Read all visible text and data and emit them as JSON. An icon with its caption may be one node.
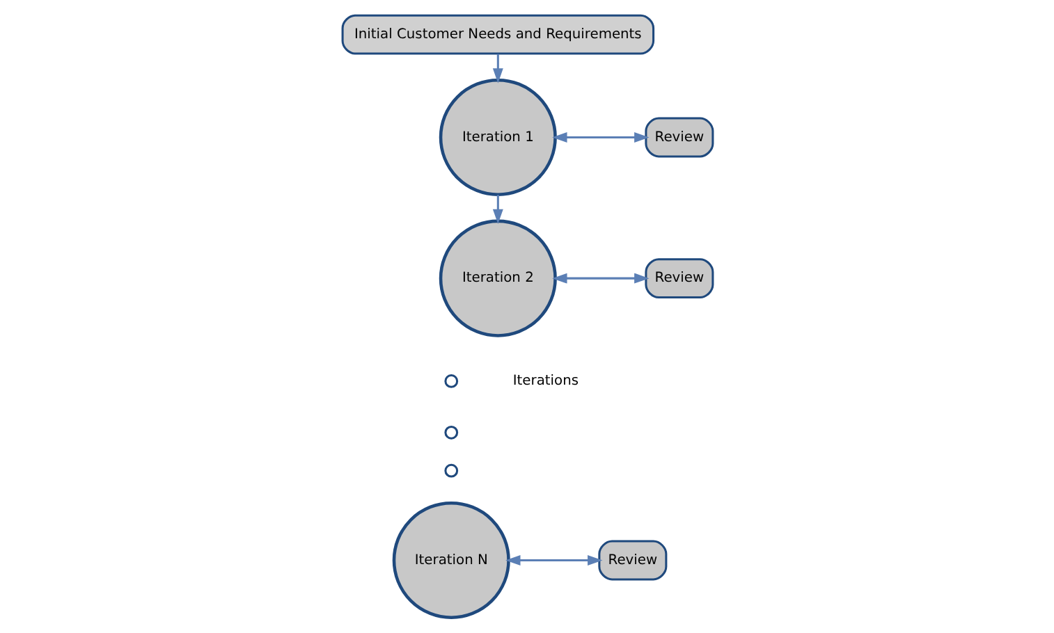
{
  "diagram": {
    "nodes": [
      {
        "text": [
          "Initial Customer Needs and Requirements"
        ]
      },
      {
        "text": [
          "Iteration 1"
        ]
      },
      {
        "text": [
          "Review"
        ]
      },
      {
        "text": [
          "Iteration 2"
        ]
      },
      {
        "text": [
          "Review"
        ]
      },
      {
        "text": [],
        "shape": "circle"
      },
      {
        "text": [],
        "shape": "circle"
      },
      {
        "text": [],
        "shape": "circle"
      },
      {
        "text": [
          "Iteration N"
        ]
      },
      {
        "text": [
          "Review"
        ]
      }
    ],
    "edges": [
      {
        "from": 0,
        "to": 1,
        "arrow": "to"
      },
      {
        "from": 1,
        "to": 2,
        "arrow": "both"
      },
      {
        "from": 1,
        "to": 3,
        "arrow": "to"
      },
      {
        "from": 3,
        "to": 4,
        "arrow": "both"
      },
      {
        "from": 8,
        "to": 9,
        "arrow": "both"
      }
    ],
    "labels": [
      "Iterations"
    ]
  }
}
